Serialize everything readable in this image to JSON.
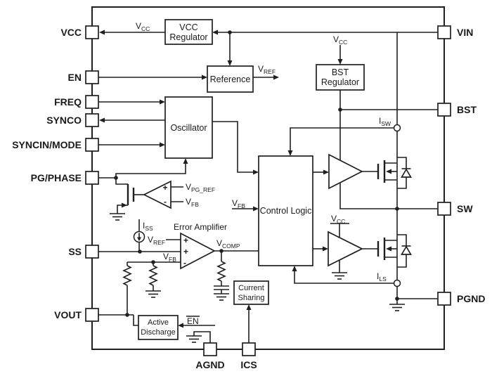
{
  "colors": {
    "ink": "#1f1f1f",
    "background": "#ffffff"
  },
  "pins": {
    "left": [
      {
        "label": "VCC"
      },
      {
        "label": "EN"
      },
      {
        "label": "FREQ"
      },
      {
        "label": "SYNCO"
      },
      {
        "label": "SYNCIN/MODE"
      },
      {
        "label": "PG/PHASE"
      },
      {
        "label": "SS"
      },
      {
        "label": "VOUT"
      }
    ],
    "right": [
      {
        "label": "VIN"
      },
      {
        "label": "BST"
      },
      {
        "label": "SW"
      },
      {
        "label": "PGND"
      }
    ],
    "bottom": [
      {
        "label": "AGND"
      },
      {
        "label": "ICS"
      }
    ]
  },
  "blocks": {
    "vcc_regulator": {
      "line1": "VCC",
      "line2": "Regulator"
    },
    "reference": {
      "line1": "Reference"
    },
    "bst_regulator": {
      "line1": "BST",
      "line2": "Regulator"
    },
    "oscillator": {
      "line1": "Oscillator"
    },
    "control_logic": {
      "line1": "Control Logic"
    },
    "current_sharing": {
      "line1": "Current",
      "line2": "Sharing"
    },
    "active_discharge": {
      "line1": "Active",
      "line2": "Discharge"
    }
  },
  "signals": {
    "vcc": {
      "main": "V",
      "sub": "CC"
    },
    "vref": {
      "main": "V",
      "sub": "REF"
    },
    "vfb": {
      "main": "V",
      "sub": "FB"
    },
    "vpg_ref": {
      "main": "V",
      "sub": "PG_REF"
    },
    "vcomp": {
      "main": "V",
      "sub": "COMP"
    },
    "iss": {
      "main": "I",
      "sub": "SS"
    },
    "isw": {
      "main": "I",
      "sub": "SW"
    },
    "ils": {
      "main": "I",
      "sub": "LS"
    },
    "en_bar": "EN",
    "error_amplifier": "Error Amplifier",
    "plus": "+",
    "minus": "-"
  }
}
